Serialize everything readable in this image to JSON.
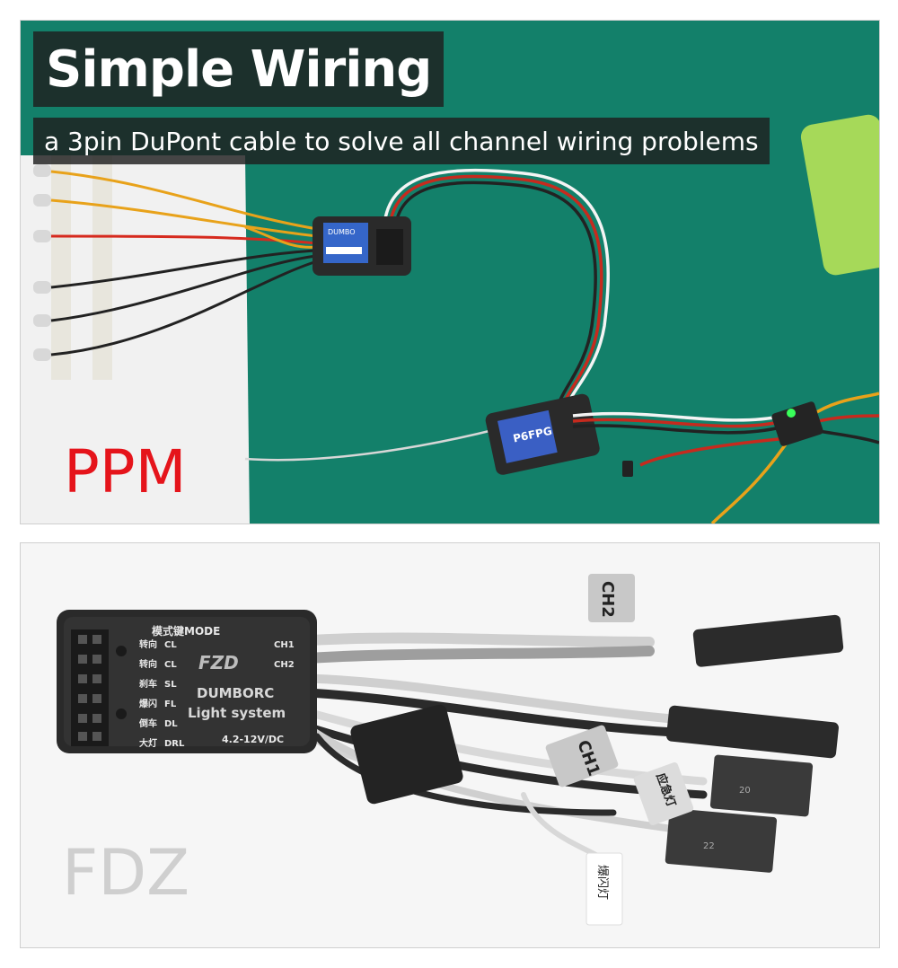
{
  "top_panel": {
    "title": "Simple Wiring",
    "subtitle": "a 3pin DuPont cable to solve all channel wiring problems",
    "label": "PPM",
    "module_brand": "DUMBO",
    "receiver_model": "P6FPG",
    "colors": {
      "background": "#13806a",
      "label": "#e5141b",
      "title_bg": "#1e1e1e"
    }
  },
  "bottom_panel": {
    "label": "FDZ",
    "device": {
      "mode_row": "模式键MODE",
      "logo": "FZD",
      "brand": "DUMBORC",
      "name": "Light system",
      "voltage": "4.2-12V/DC",
      "channels": [
        {
          "cn": "转向",
          "code": "CL"
        },
        {
          "cn": "转向",
          "code": "CL"
        },
        {
          "cn": "刹车",
          "code": "SL"
        },
        {
          "cn": "爆闪",
          "code": "FL"
        },
        {
          "cn": "倒车",
          "code": "DL"
        },
        {
          "cn": "大灯",
          "code": "DRL"
        }
      ],
      "ch_labels": [
        "CH1",
        "CH2"
      ]
    },
    "cable_tags": [
      "CH2",
      "CH1",
      "应急灯",
      "爆闪灯"
    ],
    "connector_numbers": [
      "20",
      "22"
    ]
  }
}
